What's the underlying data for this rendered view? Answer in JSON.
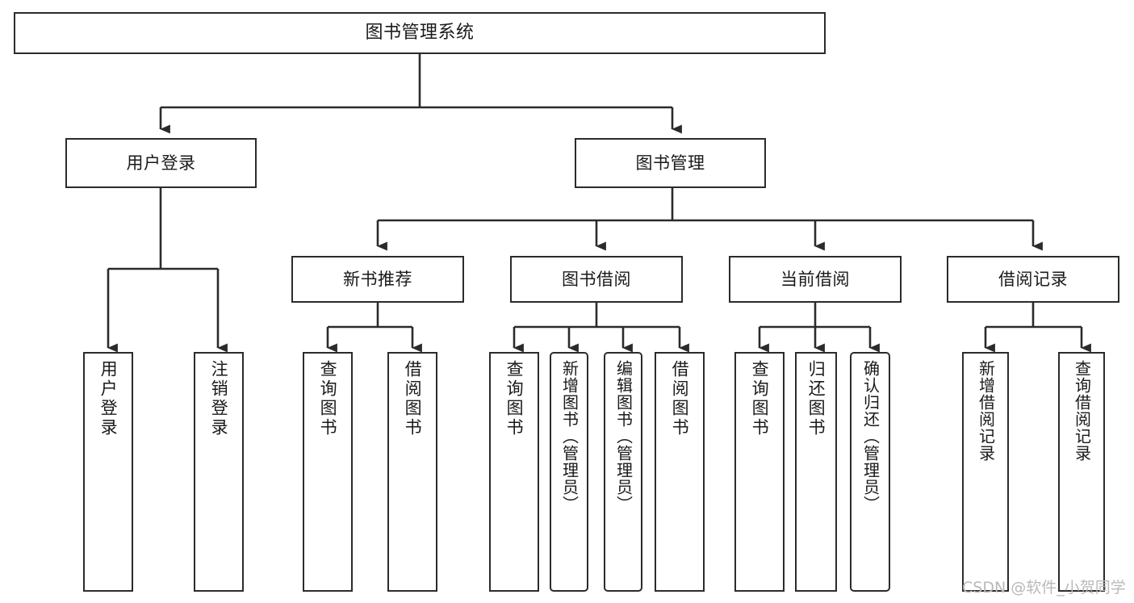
{
  "diagram": {
    "title": "图书管理系统",
    "type": "tree",
    "root": "图书管理系统"
  },
  "watermark": {
    "text": "CSDN @软件_小贺同学",
    "color": "#b9b9b9"
  },
  "colors": {
    "stroke": "#2b2b2b",
    "fill": "#ffffff",
    "text": "#1a1a1a",
    "background": "#ffffff"
  },
  "nodes": {
    "root": {
      "label": "图书管理系统",
      "level": 0,
      "orientation": "horizontal"
    },
    "l1": [
      {
        "id": "user-login",
        "label": "用户登录",
        "level": 1,
        "orientation": "horizontal"
      },
      {
        "id": "book-manage",
        "label": "图书管理",
        "level": 1,
        "orientation": "horizontal"
      }
    ],
    "l2": [
      {
        "id": "new-book-rec",
        "label": "新书推荐",
        "level": 2,
        "orientation": "horizontal",
        "parent": "book-manage"
      },
      {
        "id": "book-borrow",
        "label": "图书借阅",
        "level": 2,
        "orientation": "horizontal",
        "parent": "book-manage"
      },
      {
        "id": "current-borrow",
        "label": "当前借阅",
        "level": 2,
        "orientation": "horizontal",
        "parent": "book-manage"
      },
      {
        "id": "borrow-record",
        "label": "借阅记录",
        "level": 2,
        "orientation": "horizontal",
        "parent": "book-manage"
      }
    ],
    "leaves": [
      {
        "id": "leaf-user-login",
        "label": "用户登录",
        "parent": "user-login",
        "orientation": "vertical"
      },
      {
        "id": "leaf-logout",
        "label": "注销登录",
        "parent": "user-login",
        "orientation": "vertical"
      },
      {
        "id": "leaf-query-book-1",
        "label": "查询图书",
        "parent": "new-book-rec",
        "orientation": "vertical"
      },
      {
        "id": "leaf-borrow-book-1",
        "label": "借阅图书",
        "parent": "new-book-rec",
        "orientation": "vertical"
      },
      {
        "id": "leaf-query-book-2",
        "label": "查询图书",
        "parent": "book-borrow",
        "orientation": "vertical"
      },
      {
        "id": "leaf-add-book",
        "label": "新增图书（管理员）",
        "parent": "book-borrow",
        "orientation": "vertical"
      },
      {
        "id": "leaf-edit-book",
        "label": "编辑图书（管理员）",
        "parent": "book-borrow",
        "orientation": "vertical"
      },
      {
        "id": "leaf-borrow-book-2",
        "label": "借阅图书",
        "parent": "book-borrow",
        "orientation": "vertical"
      },
      {
        "id": "leaf-query-book-3",
        "label": "查询图书",
        "parent": "current-borrow",
        "orientation": "vertical"
      },
      {
        "id": "leaf-return-book",
        "label": "归还图书",
        "parent": "current-borrow",
        "orientation": "vertical"
      },
      {
        "id": "leaf-confirm-return",
        "label": "确认归还（管理员）",
        "parent": "current-borrow",
        "orientation": "vertical"
      },
      {
        "id": "leaf-add-record",
        "label": "新增借阅记录",
        "parent": "borrow-record",
        "orientation": "vertical"
      },
      {
        "id": "leaf-query-record",
        "label": "查询借阅记录",
        "parent": "borrow-record",
        "orientation": "vertical"
      }
    ]
  }
}
